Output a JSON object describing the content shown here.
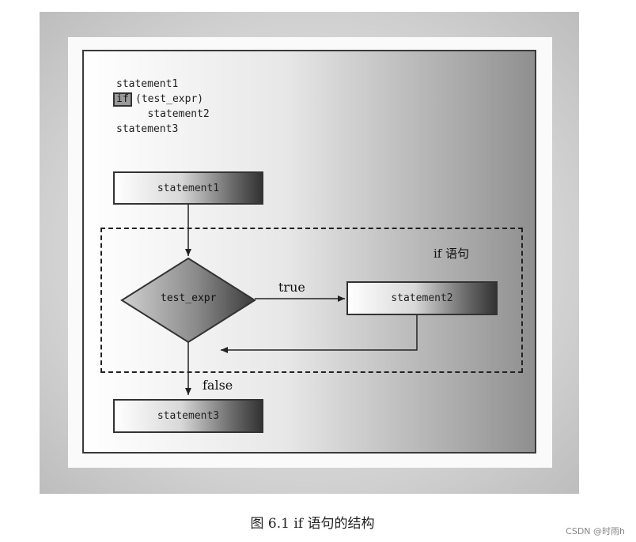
{
  "code": {
    "line1": "statement1",
    "keyword": "if",
    "cond": "(test_expr)",
    "line3": "   statement2",
    "line4": "statement3"
  },
  "flow": {
    "stmt1": "statement1",
    "decision": "test_expr",
    "true_label": "true",
    "stmt2": "statement2",
    "false_label": "false",
    "stmt3": "statement3",
    "region_label": "if 语句"
  },
  "caption": "图 6.1    if 语句的结构",
  "watermark": "CSDN @时雨h"
}
